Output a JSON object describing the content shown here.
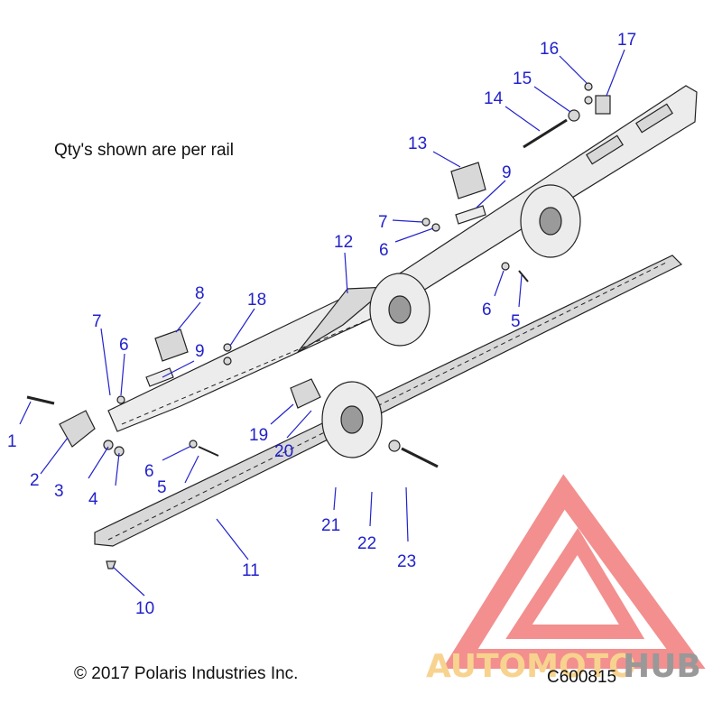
{
  "note": "Qty's shown are per rail",
  "copyright": "© 2017 Polaris Industries Inc.",
  "diagram_code": "C600815",
  "watermark": {
    "word_a": "AUTOMOTO",
    "word_b": "HUB",
    "color_a": "#f5c56a",
    "color_b": "#777777",
    "logo_color": "#f06a6a"
  },
  "callouts": [
    "1",
    "2",
    "3",
    "4",
    "5",
    "5",
    "6",
    "6",
    "6",
    "6",
    "7",
    "7",
    "8",
    "9",
    "9",
    "10",
    "11",
    "12",
    "13",
    "14",
    "15",
    "16",
    "17",
    "18",
    "19",
    "20",
    "21",
    "22",
    "23"
  ]
}
